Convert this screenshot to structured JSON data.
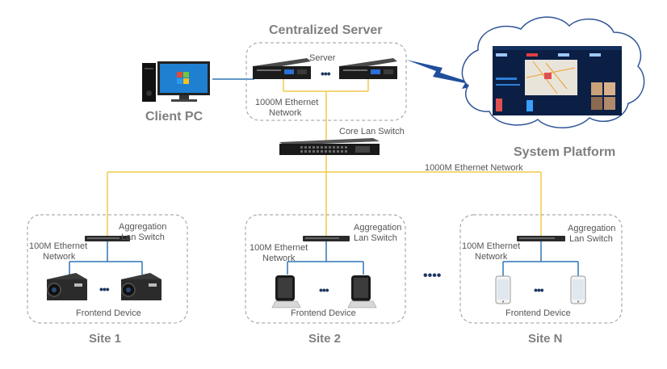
{
  "labels": {
    "centralized_server": "Centralized Server",
    "server": "Server",
    "server_dots": "•••",
    "server_net_line1": "1000M Ethernet",
    "server_net_line2": "Network",
    "client_pc": "Client PC",
    "core_switch": "Core Lan Switch",
    "system_platform": "System Platform",
    "backbone": "1000M Ethernet Network",
    "between_sites": "••••"
  },
  "sites": [
    {
      "name": "Site 1",
      "agg_line1": "Aggregation",
      "agg_line2": "Lan Switch",
      "net_line1": "100M Ethernet",
      "net_line2": "Network",
      "dots": "•••",
      "device_label": "Frontend Device",
      "device_kind": "camera"
    },
    {
      "name": "Site 2",
      "agg_line1": "Aggregation",
      "agg_line2": "Lan Switch",
      "net_line1": "100M Ethernet",
      "net_line2": "Network",
      "dots": "•••",
      "device_label": "Frontend Device",
      "device_kind": "tablet"
    },
    {
      "name": "Site N",
      "agg_line1": "Aggregation",
      "agg_line2": "Lan Switch",
      "net_line1": "100M Ethernet",
      "net_line2": "Network",
      "dots": "•••",
      "device_label": "Frontend Device",
      "device_kind": "phone"
    }
  ],
  "colors": {
    "backbone_line": "#f2c94c",
    "access_line": "#2e75b6",
    "box_border": "#9a9a9a",
    "cloud_border": "#2f5597",
    "lightning": "#1f4e9c"
  }
}
